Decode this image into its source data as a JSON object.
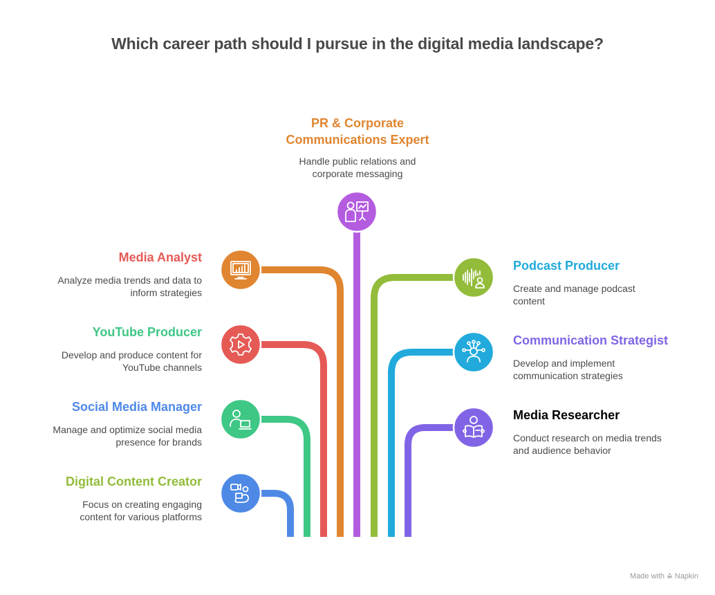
{
  "title": "Which career path should I pursue in the digital media landscape?",
  "footer": {
    "made_with": "Made with",
    "brand": "Napkin",
    "logo_icon": "napkin-logo-icon"
  },
  "nodes": [
    {
      "id": "pr",
      "title_lines": [
        "PR & Corporate",
        "Communications Expert"
      ],
      "desc_lines": [
        "Handle public relations and",
        "corporate messaging"
      ],
      "color": "#B45CE0",
      "icon": "presenter-chart-icon",
      "side": "center"
    },
    {
      "id": "analyst",
      "title": "Media Analyst",
      "desc_lines": [
        "Analyze media trends and data to",
        "inform strategies"
      ],
      "color": "#E08530",
      "icon": "monitor-bar-chart-icon",
      "side": "left"
    },
    {
      "id": "youtube",
      "title": "YouTube Producer",
      "desc_lines": [
        "Develop and produce content for",
        "YouTube channels"
      ],
      "color": "#E55A55",
      "icon": "gear-play-icon",
      "side": "left"
    },
    {
      "id": "social",
      "title": "Social Media Manager",
      "desc_lines": [
        "Manage and optimize social media",
        "presence for brands"
      ],
      "color": "#3EC785",
      "icon": "person-laptop-icon",
      "side": "left"
    },
    {
      "id": "creator",
      "title": "Digital Content Creator",
      "desc_lines": [
        "Focus on creating engaging",
        "content for various platforms"
      ],
      "color": "#4E89E6",
      "icon": "video-creator-icon",
      "side": "left"
    },
    {
      "id": "podcast",
      "title": "Podcast Producer",
      "desc_lines": [
        "Create and manage podcast",
        "content"
      ],
      "color": "#92BC3A",
      "icon": "soundwave-person-icon",
      "side": "right"
    },
    {
      "id": "strategist",
      "title": "Communication Strategist",
      "desc_lines": [
        "Develop and implement",
        "communication strategies"
      ],
      "color": "#21AADB",
      "icon": "network-person-icon",
      "side": "right"
    },
    {
      "id": "researcher",
      "title": "Media Researcher",
      "desc_lines": [
        "Conduct research on media trends",
        "and audience behavior"
      ],
      "color": "#8164E5",
      "icon": "person-reading-icon",
      "side": "right"
    }
  ]
}
